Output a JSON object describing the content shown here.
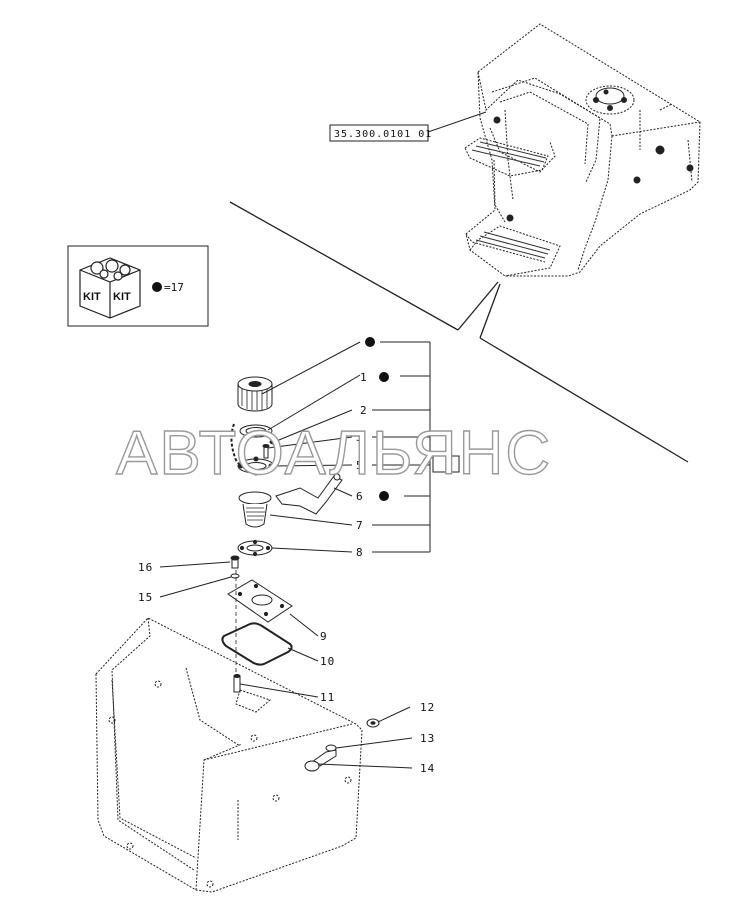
{
  "reference_label": "35.300.0101 01",
  "kit_icon_text": "KIT",
  "kit_legend": "=17",
  "watermark": "АВТОАЛЬЯНС",
  "callouts": {
    "c1": "1",
    "c2": "2",
    "c3": "3",
    "c5": "5",
    "c6": "6",
    "c7": "7",
    "c8": "8",
    "c9": "9",
    "c10": "10",
    "c11": "11",
    "c12": "12",
    "c13": "13",
    "c14": "14",
    "c15": "15",
    "c16": "16"
  }
}
